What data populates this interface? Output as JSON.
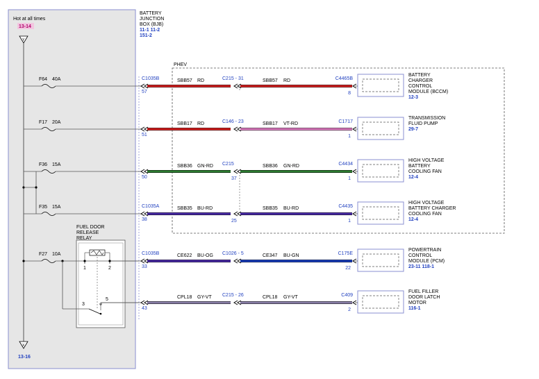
{
  "bjb": {
    "label_lines": [
      "BATTERY",
      "JUNCTION",
      "BOX (BJB)"
    ],
    "ref_line1": "11-1   11-2",
    "ref_line2": "151-2",
    "hot_label": "Hot at all times",
    "hot_ref": "13-14",
    "ground_ref": "13-16"
  },
  "phev_label": "PHEV",
  "relay": {
    "label_lines": [
      "FUEL DOOR",
      "RELEASE",
      "RELAY"
    ],
    "pins": [
      "1",
      "2",
      "3",
      "5"
    ]
  },
  "colors": {
    "red": "#d42222",
    "pink": "#e07fc3",
    "green": "#2e7d32",
    "brown": "#7a4a2e",
    "purple": "#4b2ca8",
    "blue": "#1a3fbf",
    "navy": "#1b2f8f",
    "gray_vt": "#8a7fa8"
  },
  "circuits": [
    {
      "fuse": "F64",
      "amps": "40A",
      "left_conn": "C1035B",
      "left_pin": "57",
      "wire1": "SBB57",
      "color1": "RD",
      "mid_conn": "C215 - 31",
      "mid_pin": "",
      "wire2": "SBB57",
      "color2": "RD",
      "right_conn": "C4465B",
      "right_pin": "8",
      "component": [
        "BATTERY",
        "CHARGER",
        "CONTROL",
        "MODULE (BCCM)"
      ],
      "comp_ref": "12-3"
    },
    {
      "fuse": "F17",
      "amps": "20A",
      "left_conn": "",
      "left_pin": "51",
      "wire1": "SBB17",
      "color1": "RD",
      "mid_conn": "C146 - 23",
      "mid_pin": "",
      "wire2": "SBB17",
      "color2": "VT-RD",
      "right_conn": "C1717",
      "right_pin": "1",
      "component": [
        "TRANSMISSION",
        "FLUID PUMP"
      ],
      "comp_ref": "29-7"
    },
    {
      "fuse": "F36",
      "amps": "15A",
      "left_conn": "",
      "left_pin": "50",
      "wire1": "SBB36",
      "color1": "GN-RD",
      "mid_conn": "C215",
      "mid_pin": "37",
      "wire2": "SBB36",
      "color2": "GN-RD",
      "right_conn": "C4434",
      "right_pin": "1",
      "component": [
        "HIGH VOLTAGE",
        "BATTERY",
        "COOLING FAN"
      ],
      "comp_ref": "12-4"
    },
    {
      "fuse": "F35",
      "amps": "15A",
      "left_conn": "C1035A",
      "left_pin": "38",
      "wire1": "SBB35",
      "color1": "BU-RD",
      "mid_conn": "",
      "mid_pin": "25",
      "wire2": "SBB35",
      "color2": "BU-RD",
      "right_conn": "C4435",
      "right_pin": "1",
      "component": [
        "HIGH VOLTAGE",
        "BATTERY CHARGER",
        "COOLING FAN"
      ],
      "comp_ref": "12-4"
    },
    {
      "fuse": "F27",
      "amps": "10A",
      "left_conn": "C1035B",
      "left_pin": "33",
      "wire1": "CE622",
      "color1": "BU-OG",
      "mid_conn": "C1026 - 5",
      "mid_pin": "",
      "wire2": "CE347",
      "color2": "BU-GN",
      "right_conn": "C175E",
      "right_pin": "22",
      "component": [
        "POWERTRAIN",
        "CONTROL",
        "MODULE (PCM)"
      ],
      "comp_ref": "23-11   118-1"
    },
    {
      "fuse": "",
      "amps": "",
      "left_conn": "",
      "left_pin": "43",
      "wire1": "CPL18",
      "color1": "GY-VT",
      "mid_conn": "C215 - 26",
      "mid_pin": "",
      "wire2": "CPL18",
      "color2": "GY-VT",
      "right_conn": "C409",
      "right_pin": "2",
      "component": [
        "FUEL FILLER",
        "DOOR LATCH",
        "MOTOR"
      ],
      "comp_ref": "116-1"
    }
  ]
}
